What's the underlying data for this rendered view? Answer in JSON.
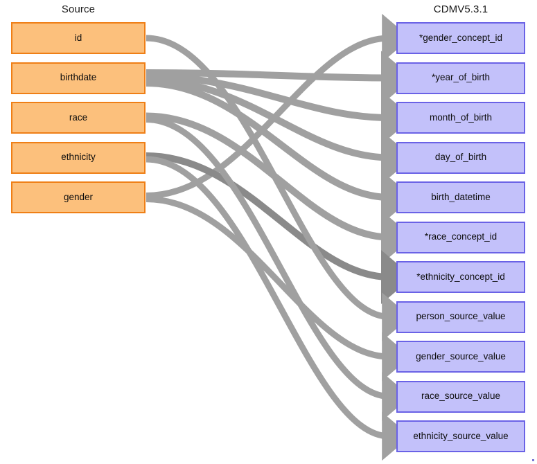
{
  "diagram": {
    "type": "field-mapping",
    "title_left": "Source",
    "title_right": "CDMV5.3.1",
    "edge_color": "#a0a0a0",
    "source_fill": "#fcc07c",
    "source_border": "#ef7f16",
    "target_fill": "#c3c1fa",
    "target_border": "#6a62e6"
  },
  "source": {
    "header": "Source",
    "fields": [
      {
        "id": "id",
        "label": "id"
      },
      {
        "id": "birthdate",
        "label": "birthdate"
      },
      {
        "id": "race",
        "label": "race"
      },
      {
        "id": "ethnicity",
        "label": "ethnicity"
      },
      {
        "id": "gender",
        "label": "gender"
      }
    ]
  },
  "target": {
    "header": "CDMV5.3.1",
    "fields": [
      {
        "id": "gender_concept_id",
        "label": "*gender_concept_id"
      },
      {
        "id": "year_of_birth",
        "label": "*year_of_birth"
      },
      {
        "id": "month_of_birth",
        "label": "month_of_birth"
      },
      {
        "id": "day_of_birth",
        "label": "day_of_birth"
      },
      {
        "id": "birth_datetime",
        "label": "birth_datetime"
      },
      {
        "id": "race_concept_id",
        "label": "*race_concept_id"
      },
      {
        "id": "ethnicity_concept_id",
        "label": "*ethnicity_concept_id"
      },
      {
        "id": "person_source_value",
        "label": "person_source_value"
      },
      {
        "id": "gender_source_value",
        "label": "gender_source_value"
      },
      {
        "id": "race_source_value",
        "label": "race_source_value"
      },
      {
        "id": "ethnicity_source_value",
        "label": "ethnicity_source_value"
      }
    ]
  },
  "edges": [
    {
      "from": "gender",
      "to": "gender_concept_id",
      "weight": 9,
      "emphasis": false
    },
    {
      "from": "birthdate",
      "to": "year_of_birth",
      "weight": 10,
      "emphasis": false
    },
    {
      "from": "birthdate",
      "to": "month_of_birth",
      "weight": 10,
      "emphasis": false
    },
    {
      "from": "birthdate",
      "to": "day_of_birth",
      "weight": 10,
      "emphasis": false
    },
    {
      "from": "birthdate",
      "to": "birth_datetime",
      "weight": 10,
      "emphasis": false
    },
    {
      "from": "race",
      "to": "race_concept_id",
      "weight": 10,
      "emphasis": false
    },
    {
      "from": "ethnicity",
      "to": "ethnicity_concept_id",
      "weight": 10,
      "emphasis": true
    },
    {
      "from": "id",
      "to": "person_source_value",
      "weight": 9,
      "emphasis": false
    },
    {
      "from": "gender",
      "to": "gender_source_value",
      "weight": 9,
      "emphasis": false
    },
    {
      "from": "race",
      "to": "race_source_value",
      "weight": 9,
      "emphasis": false
    },
    {
      "from": "ethnicity",
      "to": "ethnicity_source_value",
      "weight": 9,
      "emphasis": false
    }
  ]
}
